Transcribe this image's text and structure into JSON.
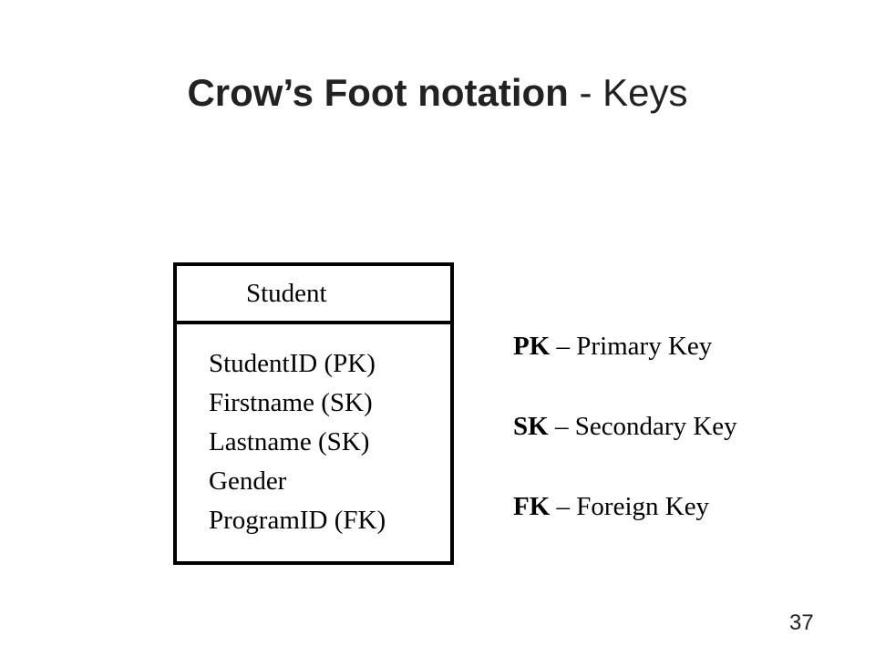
{
  "slide": {
    "title_bold": "Crow’s Foot notation",
    "title_rest": " - Keys",
    "page_number": "37"
  },
  "entity": {
    "name": "Student",
    "attributes": [
      "StudentID (PK)",
      "Firstname (SK)",
      "Lastname (SK)",
      "Gender",
      "ProgramID (FK)"
    ]
  },
  "legend": [
    {
      "abbr": "PK",
      "text": " – Primary Key"
    },
    {
      "abbr": "SK",
      "text": " – Secondary Key"
    },
    {
      "abbr": "FK",
      "text": " – Foreign Key"
    }
  ]
}
